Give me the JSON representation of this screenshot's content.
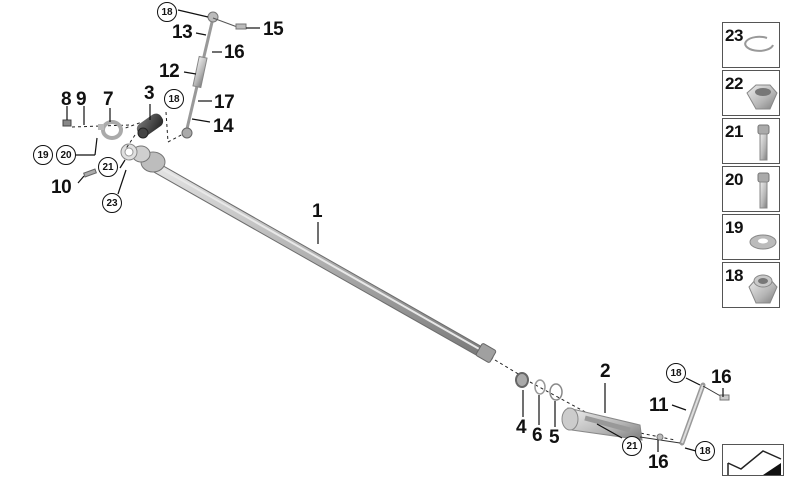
{
  "diagram": {
    "type": "exploded-parts-diagram",
    "main_labels": [
      {
        "id": "1",
        "text": "1"
      },
      {
        "id": "2",
        "text": "2"
      },
      {
        "id": "3",
        "text": "3"
      },
      {
        "id": "4",
        "text": "4"
      },
      {
        "id": "5",
        "text": "5"
      },
      {
        "id": "6",
        "text": "6"
      },
      {
        "id": "7",
        "text": "7"
      },
      {
        "id": "8",
        "text": "8"
      },
      {
        "id": "9",
        "text": "9"
      },
      {
        "id": "10",
        "text": "10"
      },
      {
        "id": "11",
        "text": "11"
      },
      {
        "id": "12",
        "text": "12"
      },
      {
        "id": "13",
        "text": "13"
      },
      {
        "id": "14",
        "text": "14"
      },
      {
        "id": "15",
        "text": "15"
      },
      {
        "id": "16a",
        "text": "16"
      },
      {
        "id": "16b",
        "text": "16"
      },
      {
        "id": "16c",
        "text": "16"
      },
      {
        "id": "17",
        "text": "17"
      }
    ],
    "circled_labels": [
      {
        "id": "18a",
        "text": "18"
      },
      {
        "id": "18b",
        "text": "18"
      },
      {
        "id": "18c",
        "text": "18"
      },
      {
        "id": "18d",
        "text": "18"
      },
      {
        "id": "19",
        "text": "19"
      },
      {
        "id": "20",
        "text": "20"
      },
      {
        "id": "21a",
        "text": "21"
      },
      {
        "id": "21b",
        "text": "21"
      },
      {
        "id": "23",
        "text": "23"
      }
    ],
    "legend": [
      {
        "num": "23",
        "part": "circlip-ring"
      },
      {
        "num": "22",
        "part": "hex-nut"
      },
      {
        "num": "21",
        "part": "socket-head-screw"
      },
      {
        "num": "20",
        "part": "socket-head-screw"
      },
      {
        "num": "19",
        "part": "washer"
      },
      {
        "num": "18",
        "part": "self-locking-nut"
      }
    ],
    "colors": {
      "line": "#111111",
      "metal_light": "#d9d9d9",
      "metal_mid": "#a8a8a8",
      "metal_dark": "#707070",
      "frame": "#555555"
    }
  }
}
